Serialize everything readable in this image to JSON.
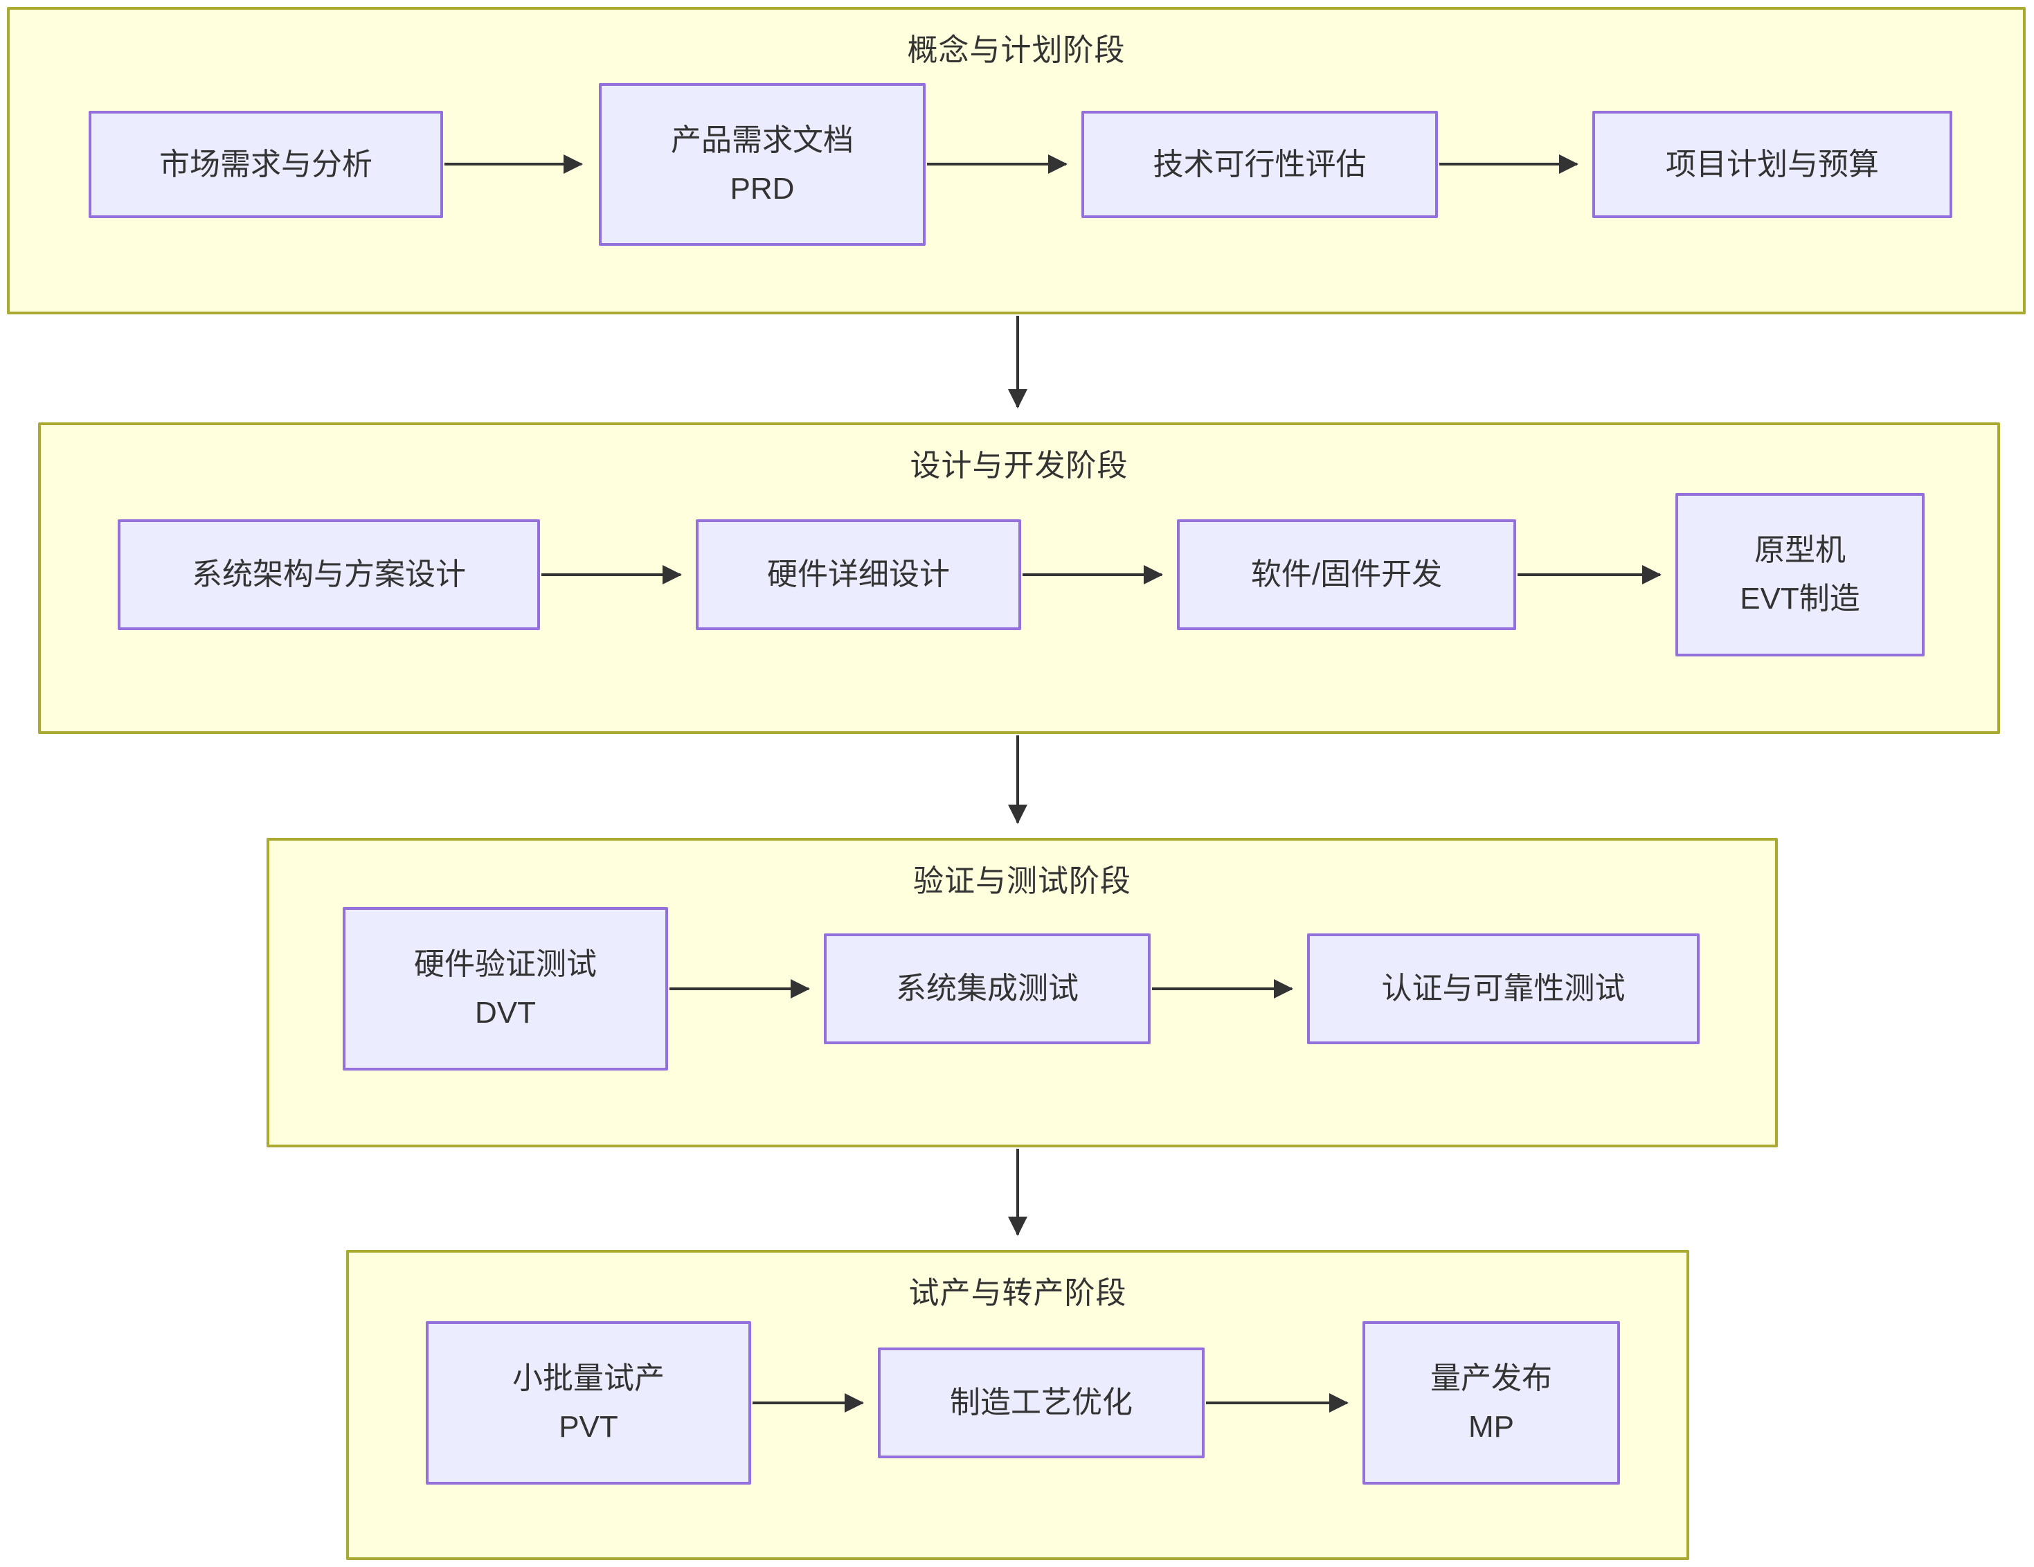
{
  "colors": {
    "phase_background": "#ffffde",
    "phase_border": "#aaaa33",
    "node_background": "#ececff",
    "node_border": "#9370db",
    "arrow": "#333333",
    "text": "#333333"
  },
  "phases": [
    {
      "title": "概念与计划阶段",
      "nodes": [
        {
          "lines": [
            "市场需求与分析"
          ]
        },
        {
          "lines": [
            "产品需求文档",
            "PRD"
          ]
        },
        {
          "lines": [
            "技术可行性评估"
          ]
        },
        {
          "lines": [
            "项目计划与预算"
          ]
        }
      ]
    },
    {
      "title": "设计与开发阶段",
      "nodes": [
        {
          "lines": [
            "系统架构与方案设计"
          ]
        },
        {
          "lines": [
            "硬件详细设计"
          ]
        },
        {
          "lines": [
            "软件/固件开发"
          ]
        },
        {
          "lines": [
            "原型机",
            "EVT制造"
          ]
        }
      ]
    },
    {
      "title": "验证与测试阶段",
      "nodes": [
        {
          "lines": [
            "硬件验证测试",
            "DVT"
          ]
        },
        {
          "lines": [
            "系统集成测试"
          ]
        },
        {
          "lines": [
            "认证与可靠性测试"
          ]
        }
      ]
    },
    {
      "title": "试产与转产阶段",
      "nodes": [
        {
          "lines": [
            "小批量试产",
            "PVT"
          ]
        },
        {
          "lines": [
            "制造工艺优化"
          ]
        },
        {
          "lines": [
            "量产发布",
            "MP"
          ]
        }
      ]
    }
  ]
}
